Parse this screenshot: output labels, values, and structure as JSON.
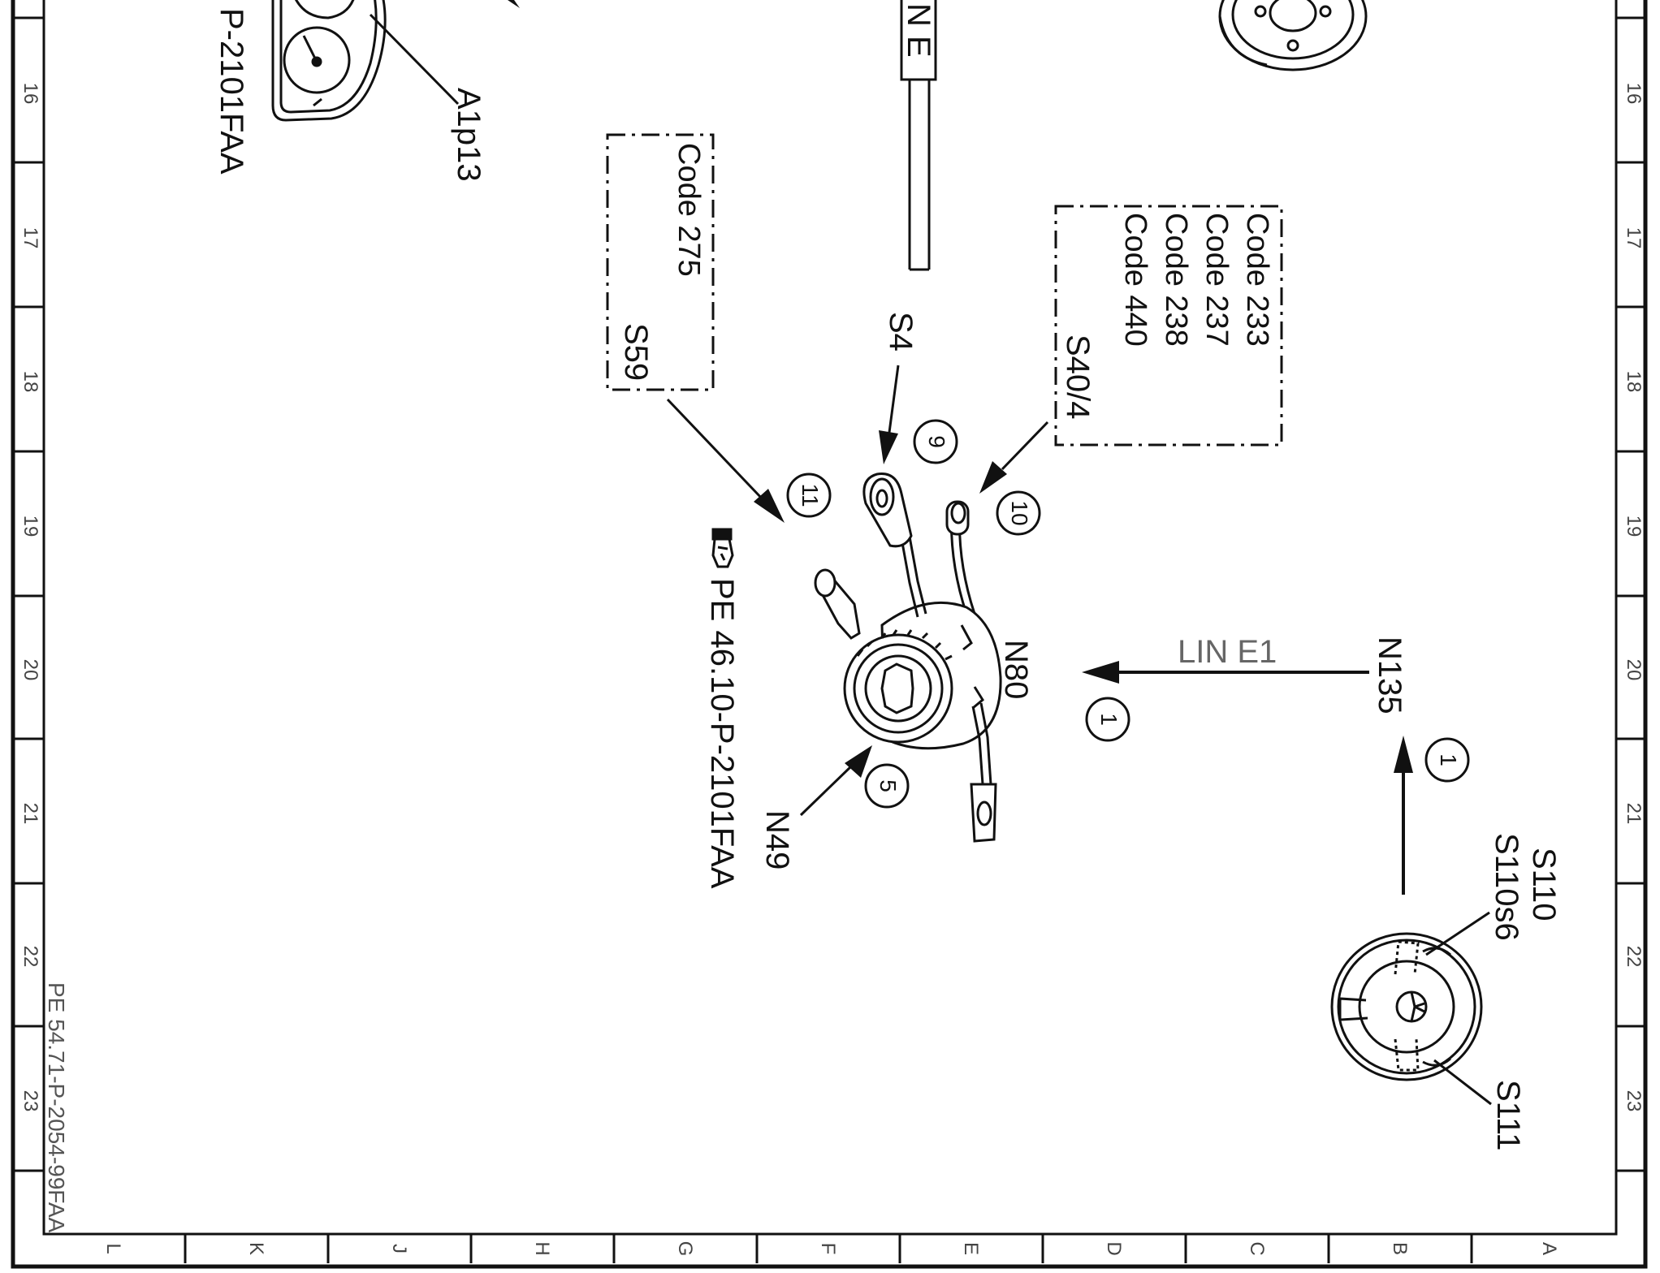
{
  "sheet": {
    "doc_number": "PE 54.71-P-2054-99FAA",
    "row_numbers": [
      "16",
      "17",
      "18",
      "19",
      "20",
      "21",
      "22",
      "23"
    ],
    "column_letters": [
      "L",
      "K",
      "J",
      "H",
      "G",
      "F",
      "E",
      "D",
      "C",
      "B",
      "A"
    ]
  },
  "components": {
    "a1p13": "A1p13",
    "partial_ref_top": "P-2101FAA",
    "s4": "S4",
    "s59": "S59",
    "s40_4": "S40/4",
    "n80": "N80",
    "n49": "N49",
    "n135": "N135",
    "s110": "S110",
    "s110s6": "S110s6",
    "s111": "S111",
    "partial_line_top": "N E"
  },
  "code_boxes": {
    "s59_codes": [
      "Code 275"
    ],
    "s40_codes": [
      "Code 233",
      "Code 237",
      "Code 238",
      "Code 440"
    ]
  },
  "callouts": {
    "c9": "9",
    "c11": "11",
    "c10": "10",
    "c5": "5",
    "c1_n80": "1",
    "c1_s110": "1"
  },
  "bus_labels": {
    "lin_e1": "LIN  E1"
  },
  "references": {
    "pe_reference": "PE  46.10-P-2101FAA"
  },
  "icons": [
    "hand-pointer-icon",
    "steering-wheel-icon",
    "combination-switch-icon",
    "instrument-cluster-icon",
    "pulley-icon"
  ]
}
